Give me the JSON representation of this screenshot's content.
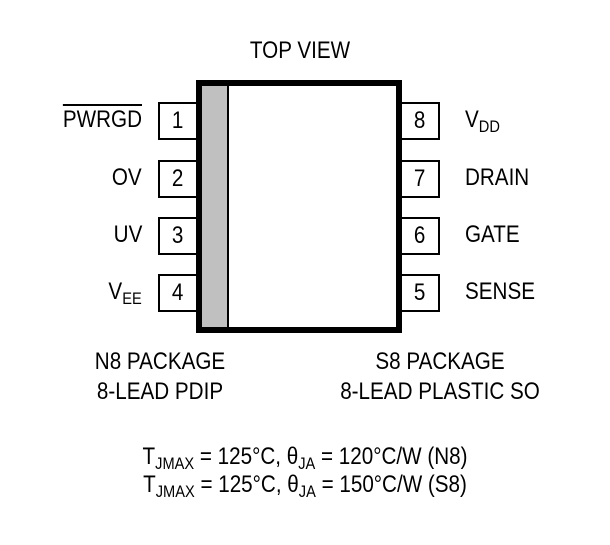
{
  "title": "TOP VIEW",
  "colors": {
    "body_border": "#000000",
    "strip": "#c0c0c0",
    "background": "#ffffff"
  },
  "pins_left": [
    {
      "number": "1",
      "name": "PWRGD",
      "overline": true
    },
    {
      "number": "2",
      "name": "OV"
    },
    {
      "number": "3",
      "name": "UV"
    },
    {
      "number": "4",
      "name": "V",
      "subscript": "EE"
    }
  ],
  "pins_right": [
    {
      "number": "8",
      "name": "V",
      "subscript": "DD"
    },
    {
      "number": "7",
      "name": "DRAIN"
    },
    {
      "number": "6",
      "name": "GATE"
    },
    {
      "number": "5",
      "name": "SENSE"
    }
  ],
  "packages": {
    "n8": {
      "line1": "N8 PACKAGE",
      "line2": "8-LEAD PDIP"
    },
    "s8": {
      "line1": "S8 PACKAGE",
      "line2": "8-LEAD PLASTIC SO"
    }
  },
  "thermal": [
    {
      "t": "T",
      "t_sub": "JMAX",
      "mid": " = 125°C, θ",
      "theta_sub": "JA",
      "end": " = 120°C/W (N8)"
    },
    {
      "t": "T",
      "t_sub": "JMAX",
      "mid": " = 125°C, θ",
      "theta_sub": "JA",
      "end": " = 150°C/W (S8)"
    }
  ]
}
